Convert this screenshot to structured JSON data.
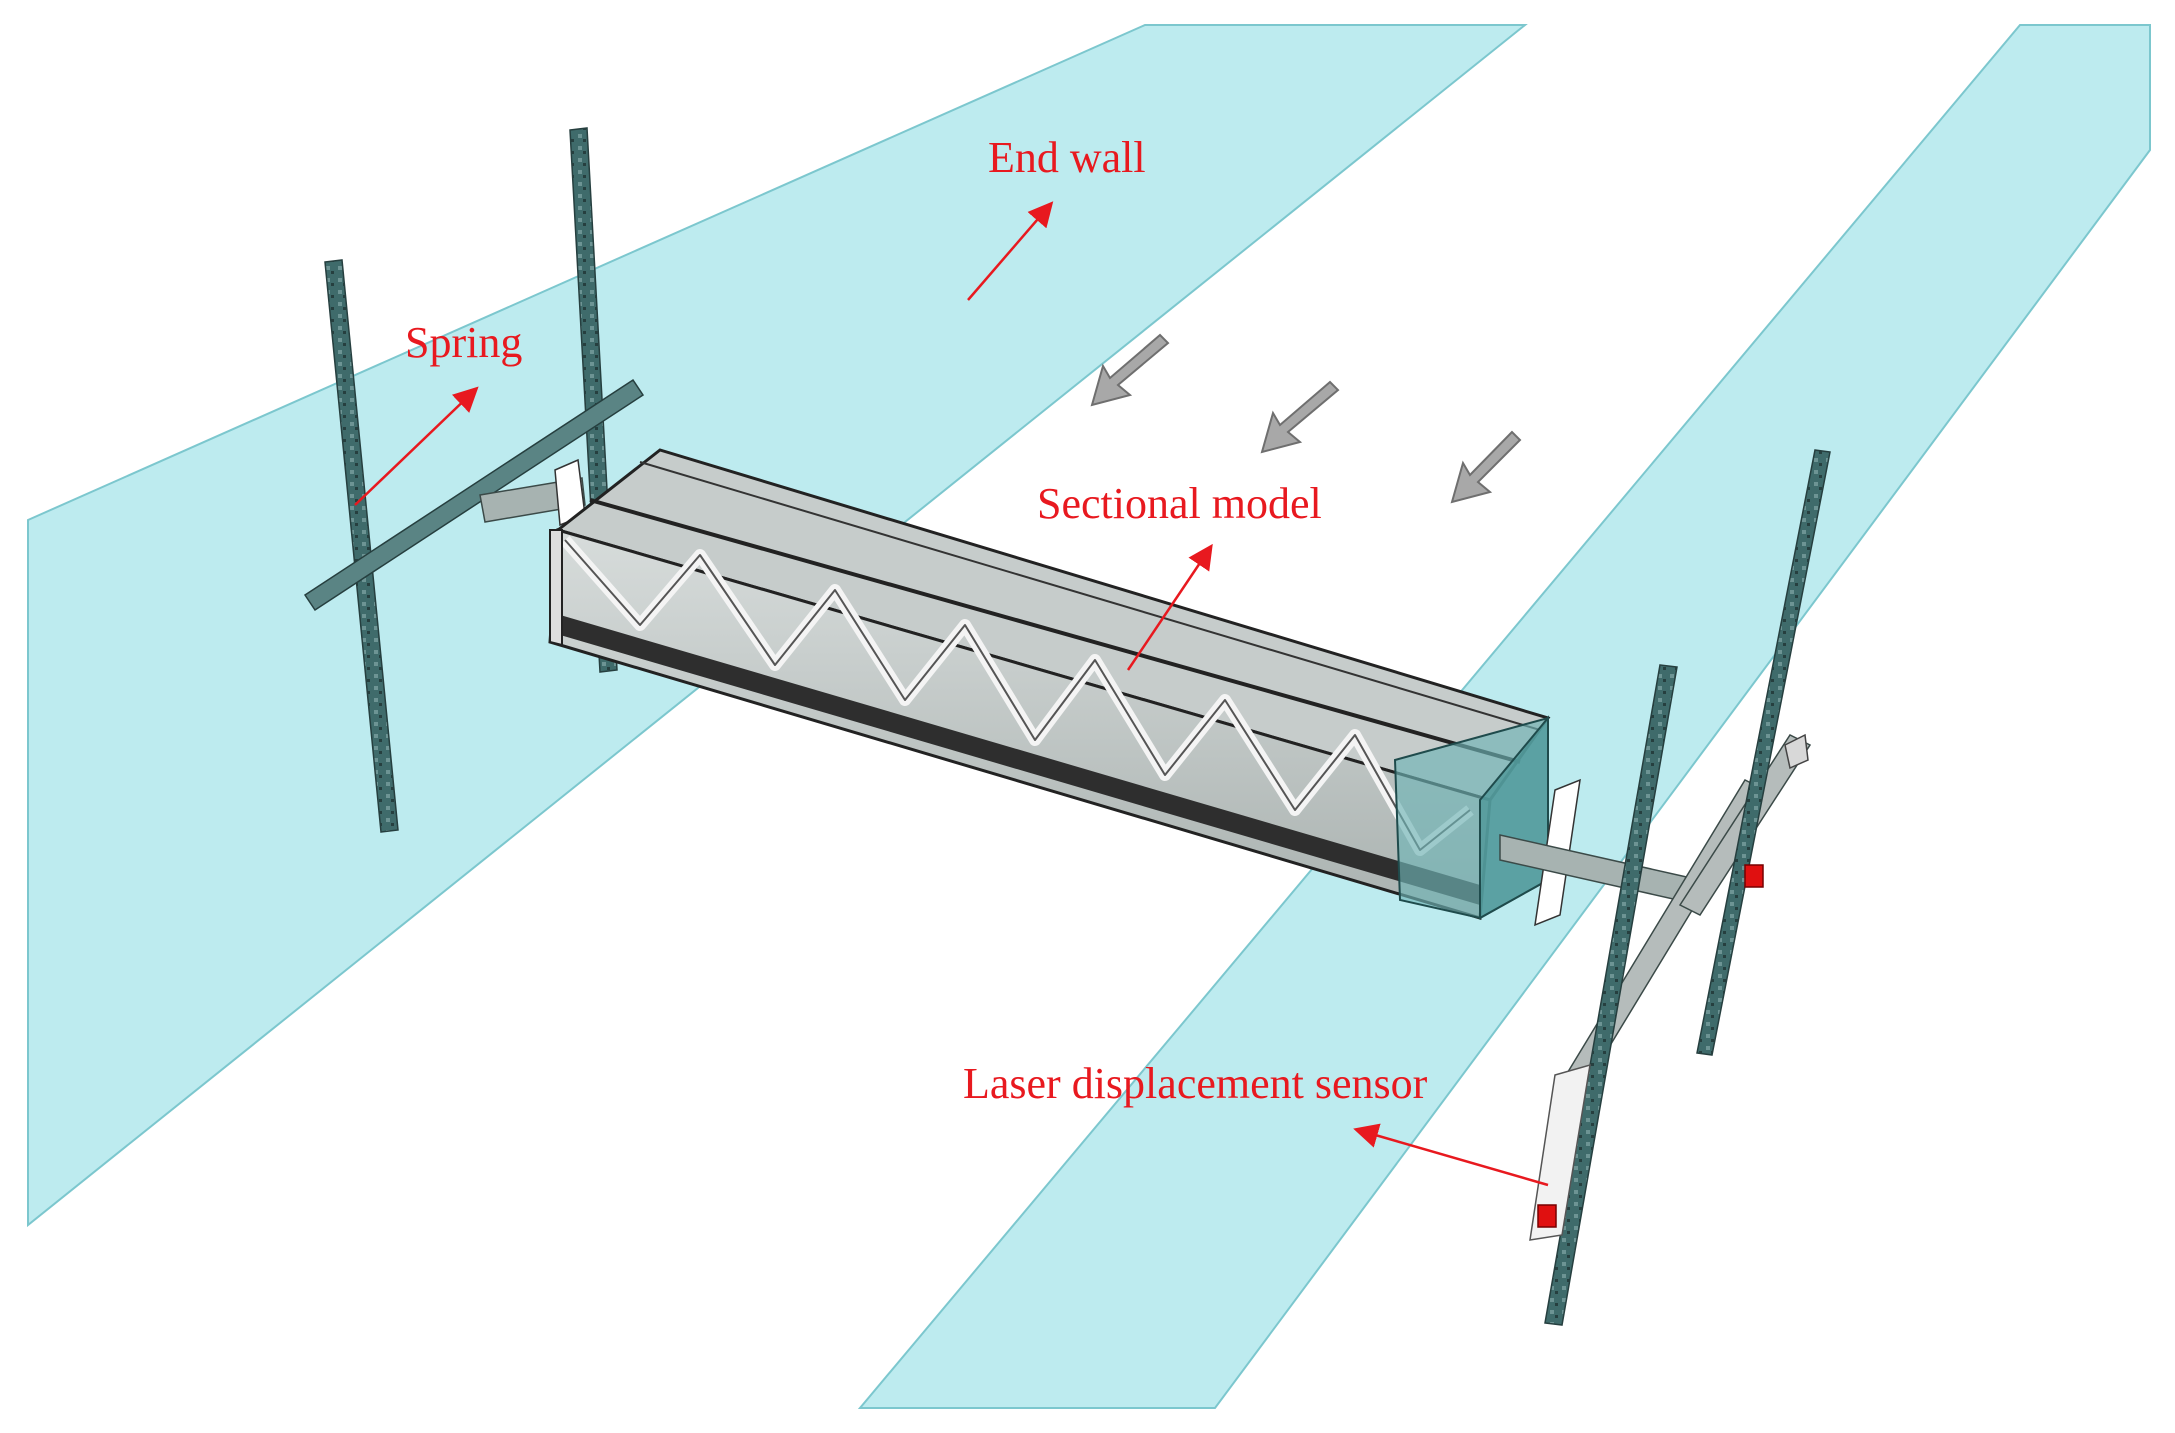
{
  "labels": {
    "end_wall": "End wall",
    "spring": "Spring",
    "sectional_model": "Sectional model",
    "laser_sensor": "Laser displacement sensor"
  },
  "colors": {
    "wall_fill": "#bdebef",
    "wall_stroke": "#6fbfc6",
    "label_red": "#e8191f",
    "spring_teal": "#3f6b6b",
    "model_gray": "#c9cfcd",
    "model_top": "#aeb6b4",
    "model_edge": "#2e2e2e",
    "truss_white": "#f4f4f4",
    "sensor_red": "#e01010",
    "flow_arrow": "#9a9a9a"
  },
  "icons": [
    "wind-flow-arrow-icon",
    "label-pointer-arrow-icon"
  ]
}
